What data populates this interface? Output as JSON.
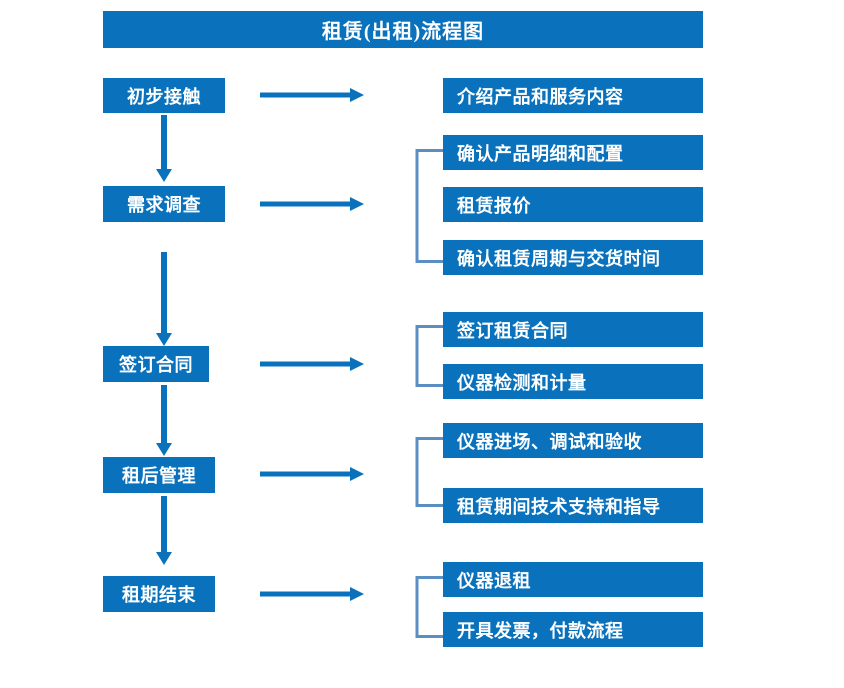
{
  "page": {
    "title": "租赁(出租)流程图",
    "background_color": "#ffffff"
  },
  "colors": {
    "box_fill": "#0a72bc",
    "box_text": "#ffffff",
    "arrow": "#0a72bc",
    "bracket": "#5b8fc4"
  },
  "chart_data": {
    "type": "diagram",
    "title": "租赁(出租)流程图",
    "orientation": "vertical-with-right-details",
    "stages": [
      {
        "id": "stage-1",
        "label": "初步接触",
        "details": [
          "介绍产品和服务内容"
        ],
        "bracketed": false
      },
      {
        "id": "stage-2",
        "label": "需求调查",
        "details": [
          "确认产品明细和配置",
          "租赁报价",
          "确认租赁周期与交货时间"
        ],
        "bracketed": true
      },
      {
        "id": "stage-3",
        "label": "签订合同",
        "details": [
          "签订租赁合同",
          "仪器检测和计量"
        ],
        "bracketed": true
      },
      {
        "id": "stage-4",
        "label": "租后管理",
        "details": [
          "仪器进场、调试和验收",
          "租赁期间技术支持和指导"
        ],
        "bracketed": true
      },
      {
        "id": "stage-5",
        "label": "租期结束",
        "details": [
          "仪器退租",
          "开具发票，付款流程"
        ],
        "bracketed": true
      }
    ],
    "connectors": {
      "vertical_arrows": 4,
      "horizontal_arrows": 5,
      "brackets": 4
    }
  }
}
